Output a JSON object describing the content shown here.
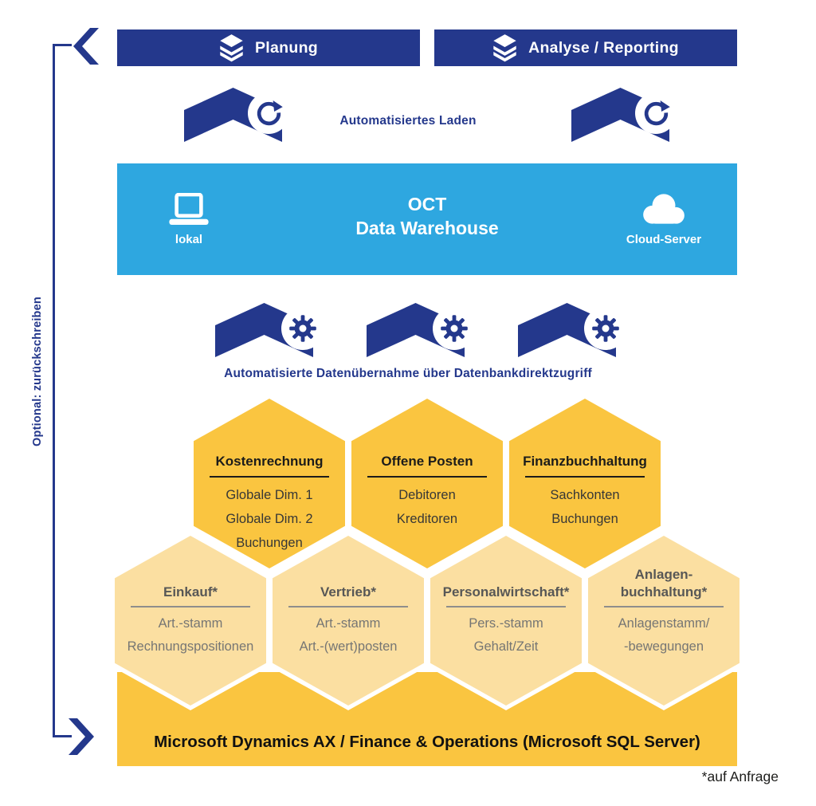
{
  "colors": {
    "dark_blue": "#24388C",
    "light_blue": "#2EA7E0",
    "honey_dark": "#FAC540",
    "honey_light": "#FBDFA1",
    "white": "#FFFFFF"
  },
  "top_bars": [
    {
      "label": "Planung"
    },
    {
      "label": "Analyse / Reporting"
    }
  ],
  "load_label": "Automatisiertes Laden",
  "warehouse": {
    "title_line1": "OCT",
    "title_line2": "Data Warehouse",
    "left_label": "lokal",
    "right_label": "Cloud-Server"
  },
  "extract_label": "Automatisierte Datenübernahme über Datenbankdirektzugriff",
  "hex_row1": [
    {
      "title": "Kostenrechnung",
      "items": [
        "Globale Dim. 1",
        "Globale Dim. 2",
        "Buchungen"
      ]
    },
    {
      "title": "Offene Posten",
      "items": [
        "Debitoren",
        "Kreditoren"
      ]
    },
    {
      "title": "Finanzbuchhaltung",
      "items": [
        "Sachkonten",
        "Buchungen"
      ]
    }
  ],
  "hex_row2": [
    {
      "title": "Einkauf*",
      "items": [
        "Art.-stamm",
        "Rechnungspositionen"
      ]
    },
    {
      "title": "Vertrieb*",
      "items": [
        "Art.-stamm",
        "Art.-(wert)posten"
      ]
    },
    {
      "title": "Personalwirtschaft*",
      "items": [
        "Pers.-stamm",
        "Gehalt/Zeit"
      ]
    },
    {
      "title": "Anlagen-\nbuchhaltung*",
      "items": [
        "Anlagenstamm/",
        "-bewegungen"
      ]
    }
  ],
  "source_band_label": "Microsoft Dynamics AX / Finance & Operations (Microsoft SQL Server)",
  "footnote": "*auf Anfrage",
  "writeback_label": "Optional: zurückschreiben"
}
